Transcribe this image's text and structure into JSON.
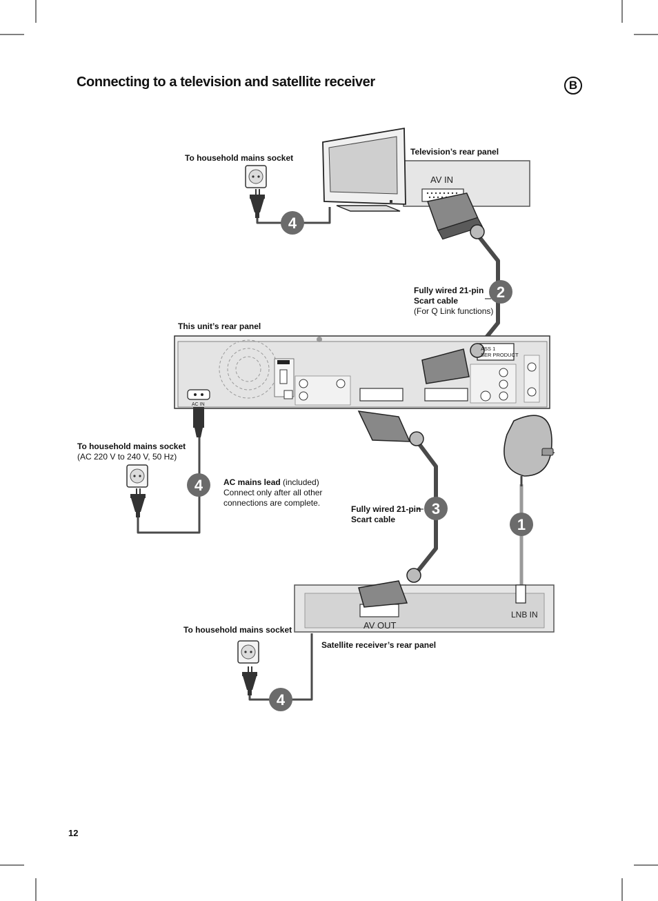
{
  "page": {
    "title": "Connecting to a television and satellite receiver",
    "variant_badge": "B",
    "page_number": "12"
  },
  "labels": {
    "mains_socket_tv": "To household mains socket",
    "tv_rear_panel": "Television’s rear panel",
    "tv_av_in": "AV IN",
    "scart_cable_2_line1": "Fully wired 21-pin",
    "scart_cable_2_line2": "Scart cable",
    "scart_cable_2_note": "(For Q Link functions)",
    "unit_rear_panel": "This unit’s rear panel",
    "unit_ac_in": "AC IN",
    "unit_display_line1": "ASS 1",
    "unit_display_line2": "SER PRODUCT",
    "mains_socket_unit": "To household mains socket",
    "mains_socket_unit_spec": "(AC 220 V to 240 V, 50 Hz)",
    "ac_lead_bold": "AC mains lead",
    "ac_lead_included": " (included)",
    "ac_lead_note1": "Connect only after all other",
    "ac_lead_note2": "connections are complete.",
    "scart_cable_3_line1": "Fully wired 21-pin",
    "scart_cable_3_line2": "Scart cable",
    "sat_av_out": "AV OUT",
    "sat_lnb_in": "LNB IN",
    "mains_socket_sat": "To household mains socket",
    "sat_rear_panel": "Satellite receiver’s rear panel"
  },
  "steps": {
    "step_1": "1",
    "step_2": "2",
    "step_3": "3",
    "step_4_tv": "4",
    "step_4_unit": "4",
    "step_4_sat": "4"
  },
  "colors": {
    "cable": "#4a4a4a",
    "step_badge": "#6b6b6b",
    "panel_fill": "#e6e6e6",
    "panel_stroke": "#555555"
  }
}
